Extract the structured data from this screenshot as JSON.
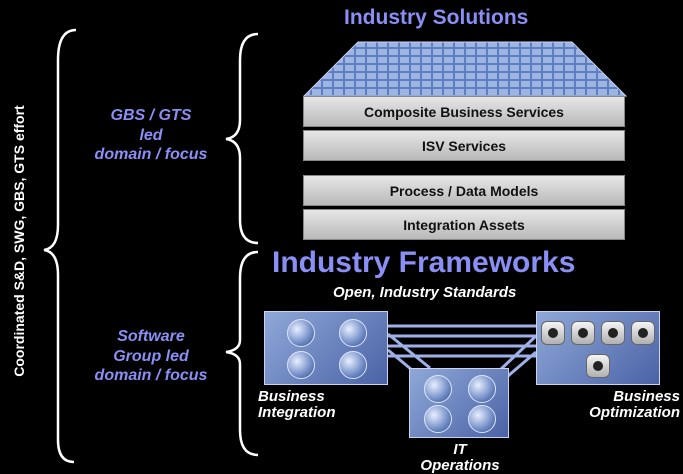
{
  "side_label": "Coordinated S&D, SWG, GBS, GTS effort",
  "left_top_label": [
    "GBS / GTS",
    "led",
    "domain / focus"
  ],
  "left_bottom_label": [
    "Software",
    "Group led",
    "domain / focus"
  ],
  "industry_solutions_title": "Industry Solutions",
  "layers": [
    "Composite Business Services",
    "ISV Services",
    "Process / Data  Models",
    "Integration Assets"
  ],
  "frameworks_title": "Industry Frameworks",
  "frameworks_subtitle": "Open, Industry Standards",
  "pillars": {
    "business_integration": [
      "Business",
      "Integration"
    ],
    "it_operations": [
      "IT",
      "Operations"
    ],
    "business_optimization": [
      "Business",
      "Optimization"
    ]
  },
  "colors": {
    "accent": "#8a8ff5",
    "background": "#000000",
    "bar": "#d0d0d0"
  }
}
